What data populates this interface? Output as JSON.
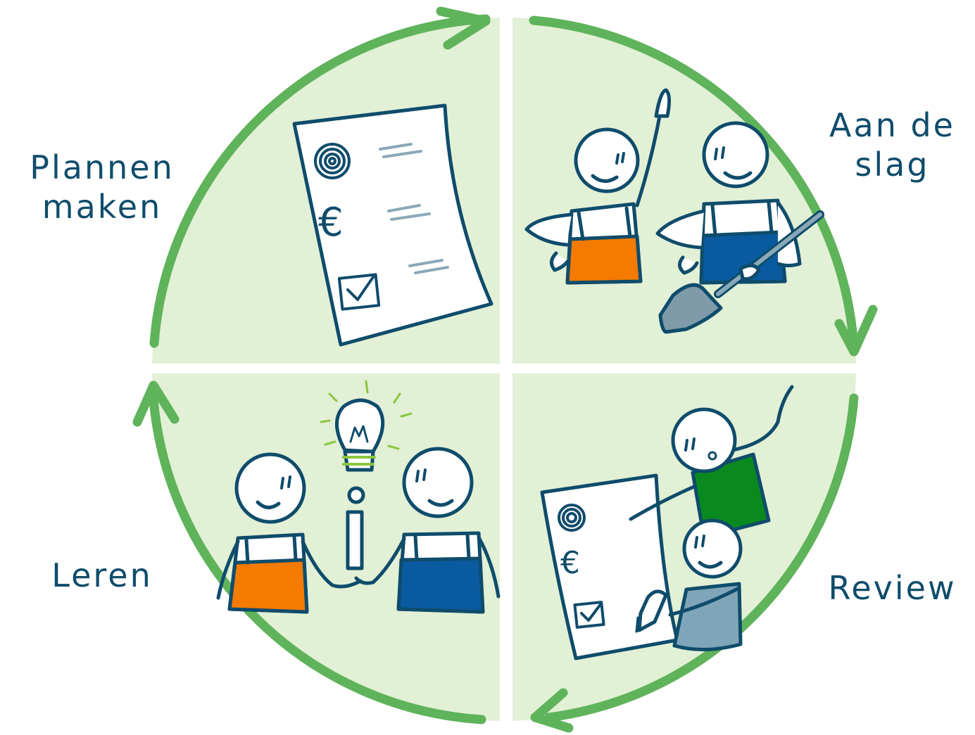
{
  "cycle": {
    "phases": [
      {
        "id": "plannen",
        "lines": [
          "Plannen",
          "maken"
        ]
      },
      {
        "id": "aan",
        "lines": [
          "Aan de",
          "slag"
        ]
      },
      {
        "id": "review",
        "lines": [
          "Review"
        ]
      },
      {
        "id": "leren",
        "lines": [
          "Leren"
        ]
      }
    ],
    "plan_doc": {
      "currency_symbol": "€"
    },
    "review_doc": {
      "currency_symbol": "€"
    }
  },
  "colors": {
    "ring": "#5fb35a",
    "quadrant_fill": "#e2f0d6",
    "ink": "#0f4c6b",
    "orange_apron": "#f47a00",
    "blue_apron": "#0a5aa0",
    "green_shirt": "#0a8a1e",
    "grey_shirt": "#7fa6b8",
    "bulb_glow": "#8cc63f"
  },
  "icons": [
    "target-icon",
    "euro-icon",
    "checkbox-icon",
    "lightbulb-icon",
    "info-icon",
    "shovel-icon",
    "pencil-icon"
  ]
}
